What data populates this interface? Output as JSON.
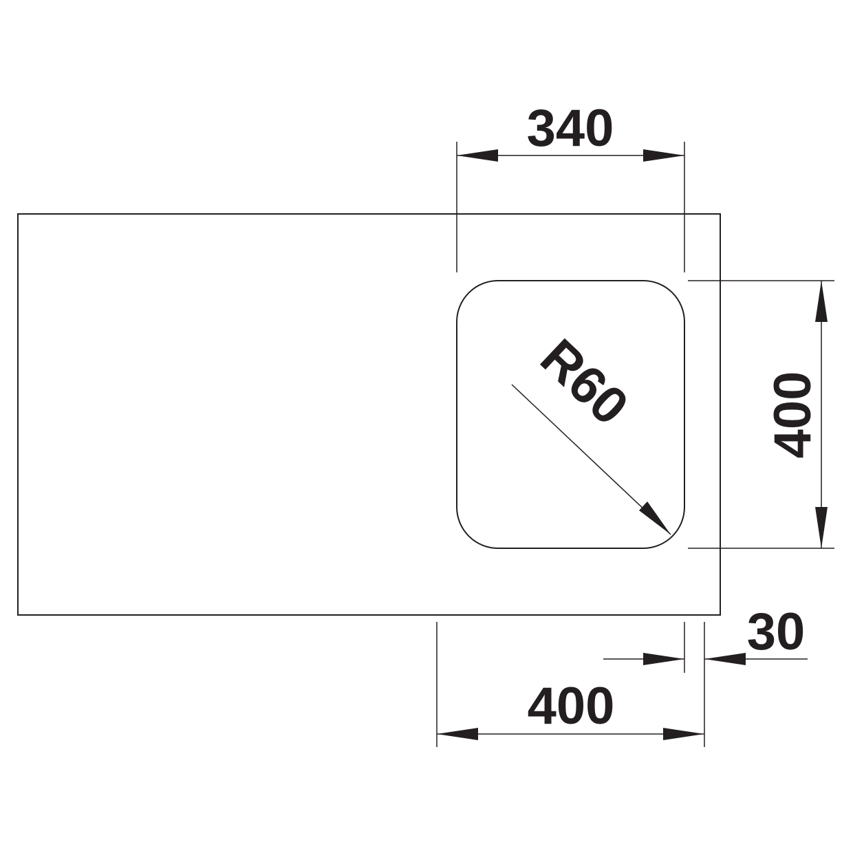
{
  "colors": {
    "ink": "#231f20",
    "background": "#ffffff"
  },
  "dimensions": {
    "bowl_width": "340",
    "bowl_depth": "400",
    "corner_radius": "R60",
    "edge_offset": "30",
    "cabinet_width": "400"
  }
}
